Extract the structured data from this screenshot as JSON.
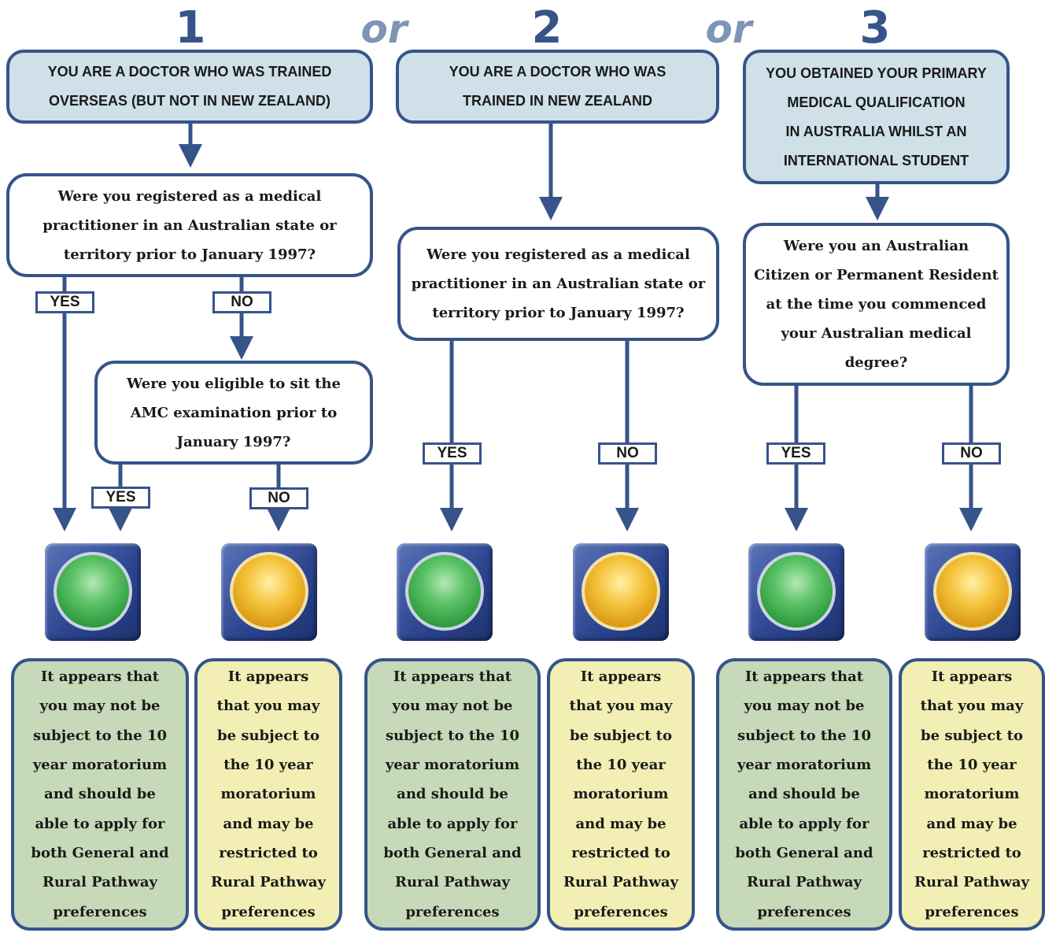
{
  "numbers": {
    "n1": "1",
    "n2": "2",
    "n3": "3",
    "or1": "or",
    "or2": "or"
  },
  "headers": {
    "h1": [
      "YOU ARE A DOCTOR WHO WAS TRAINED",
      "OVERSEAS (BUT NOT IN NEW ZEALAND)"
    ],
    "h2": [
      "YOU ARE A DOCTOR WHO WAS",
      "TRAINED IN NEW ZEALAND"
    ],
    "h3": [
      "YOU OBTAINED YOUR PRIMARY",
      "MEDICAL QUALIFICATION",
      "IN AUSTRALIA WHILST AN",
      "INTERNATIONAL STUDENT"
    ]
  },
  "questions": {
    "q1": [
      "Were you registered as a medical",
      "practitioner in an Australian state or",
      "territory prior to January 1997?"
    ],
    "q1b": [
      "Were you eligible to sit the",
      "AMC examination prior to",
      "January 1997?"
    ],
    "q2": [
      "Were you registered as a medical",
      "practitioner in an Australian state or",
      "territory prior to January 1997?"
    ],
    "q3": [
      "Were you an Australian",
      "Citizen or Permanent Resident",
      "at the time you commenced",
      "your Australian medical",
      "degree?"
    ]
  },
  "labels": {
    "yes": "YES",
    "no": "NO"
  },
  "results": {
    "green": [
      "It appears that",
      "you may not be",
      "subject to the 10",
      "year moratorium",
      "and should be",
      "able to apply for",
      "both General and",
      "Rural Pathway",
      "preferences"
    ],
    "yellow": [
      "It appears",
      "that you may",
      "be subject to",
      "the 10 year",
      "moratorium",
      "and may be",
      "restricted to",
      "Rural Pathway",
      "preferences"
    ]
  },
  "colors": {
    "border": "#36548a",
    "header_fill": "#cfe0e8",
    "green_fill": "#c6d9b8",
    "yellow_fill": "#f2eeb4",
    "or_text": "#7f94b5"
  },
  "icons": {
    "green": "green-traffic-light-icon",
    "yellow": "amber-traffic-light-icon"
  }
}
